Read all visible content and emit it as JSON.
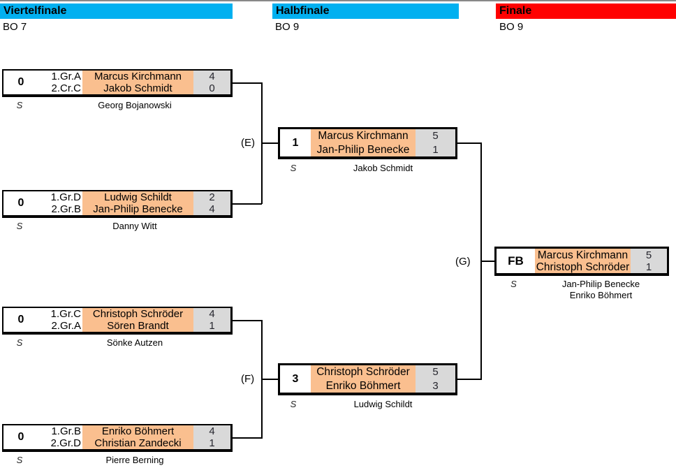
{
  "header": {
    "rounds": [
      {
        "name": "Viertelfinale",
        "best_of": "BO 7"
      },
      {
        "name": "Halbfinale",
        "best_of": "BO 9"
      },
      {
        "name": "Finale",
        "best_of": "BO 9"
      }
    ]
  },
  "matches": {
    "qf1": {
      "number": "0",
      "seeds": [
        "1.Gr.A",
        "2.Cr.C"
      ],
      "players": [
        "Marcus Kirchmann",
        "Jakob Schmidt"
      ],
      "scores": [
        "4",
        "0"
      ],
      "ref_label": "S",
      "referee": "Georg Bojanowski"
    },
    "qf2": {
      "number": "0",
      "seeds": [
        "1.Gr.D",
        "2.Gr.B"
      ],
      "players": [
        "Ludwig Schildt",
        "Jan-Philip Benecke"
      ],
      "scores": [
        "2",
        "4"
      ],
      "ref_label": "S",
      "referee": "Danny Witt"
    },
    "qf3": {
      "number": "0",
      "seeds": [
        "1.Gr.C",
        "2.Gr.A"
      ],
      "players": [
        "Christoph Schröder",
        "Sören Brandt"
      ],
      "scores": [
        "4",
        "1"
      ],
      "ref_label": "S",
      "referee": "Sönke Autzen"
    },
    "qf4": {
      "number": "0",
      "seeds": [
        "1.Gr.B",
        "2.Gr.D"
      ],
      "players": [
        "Enriko Böhmert",
        "Christian Zandecki"
      ],
      "scores": [
        "4",
        "1"
      ],
      "ref_label": "S",
      "referee": "Pierre Berning"
    },
    "sf1": {
      "tag": "(E)",
      "number": "1",
      "players": [
        "Marcus Kirchmann",
        "Jan-Philip Benecke"
      ],
      "scores": [
        "5",
        "1"
      ],
      "ref_label": "S",
      "referee": "Jakob Schmidt"
    },
    "sf2": {
      "tag": "(F)",
      "number": "3",
      "players": [
        "Christoph Schröder",
        "Enriko Böhmert"
      ],
      "scores": [
        "5",
        "3"
      ],
      "ref_label": "S",
      "referee": "Ludwig Schildt"
    },
    "final": {
      "tag": "(G)",
      "number": "FB",
      "players": [
        "Marcus Kirchmann",
        "Christoph Schröder"
      ],
      "scores": [
        "5",
        "1"
      ],
      "ref_label": "S",
      "referees": [
        "Jan-Philip Benecke",
        "Enriko Böhmert"
      ]
    }
  },
  "colors": {
    "header_blue": "#00B0F0",
    "header_red": "#FF0000",
    "player_cell": "#FABF8F",
    "score_cell": "#D9D9D9"
  }
}
